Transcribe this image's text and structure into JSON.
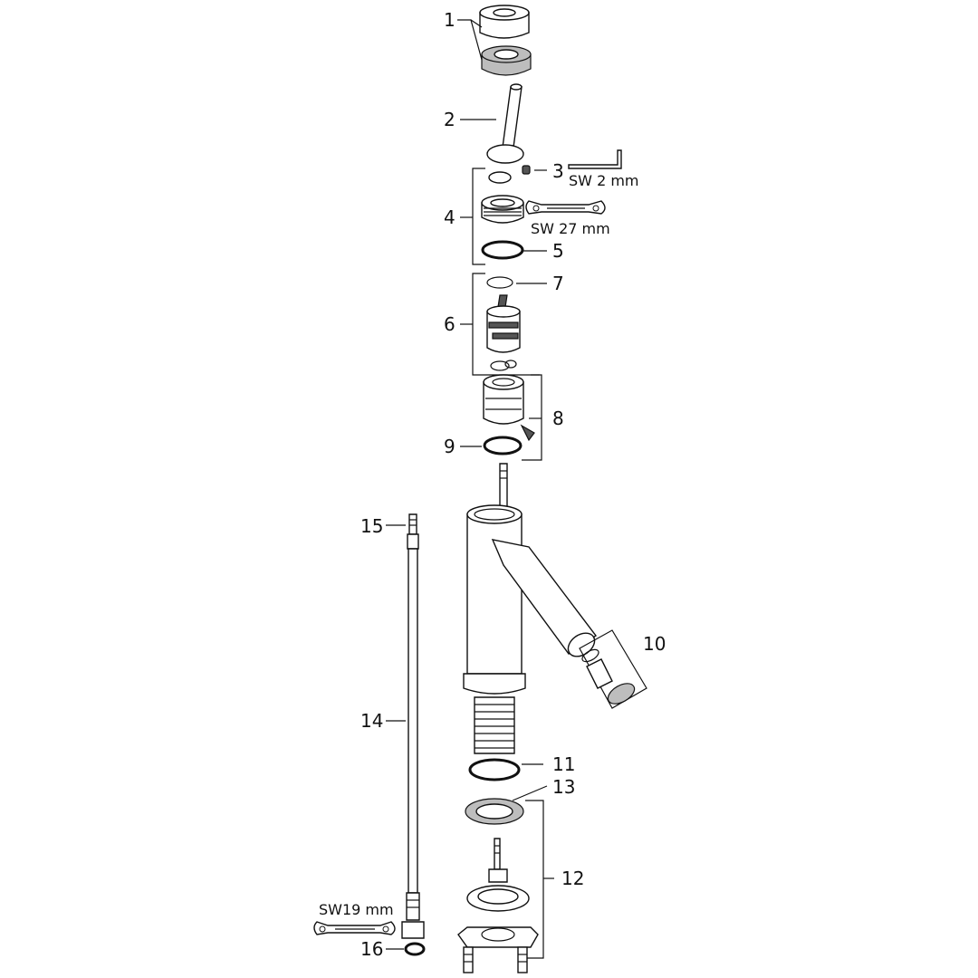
{
  "labels": {
    "p1": "1",
    "p2": "2",
    "p3": "3",
    "p4": "4",
    "p5": "5",
    "p6": "6",
    "p7": "7",
    "p8": "8",
    "p9": "9",
    "p10": "10",
    "p11": "11",
    "p12": "12",
    "p13": "13",
    "p14": "14",
    "p15": "15",
    "p16": "16"
  },
  "tool_sizes": {
    "hex_key": "SW 2 mm",
    "wrench_27": "SW 27 mm",
    "wrench_19": "SW19 mm"
  },
  "colors": {
    "line": "#111111",
    "background": "#ffffff",
    "metal_fill": "#bdbdbd",
    "dark_fill": "#555555"
  }
}
